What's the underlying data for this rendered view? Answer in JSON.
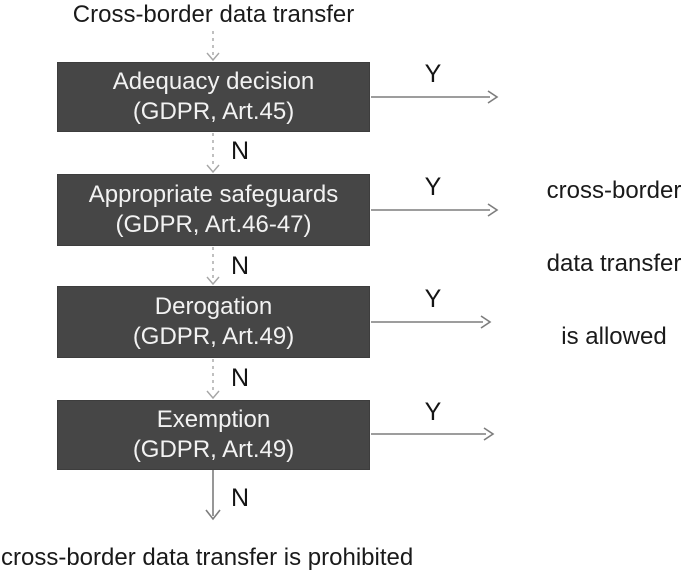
{
  "header": {
    "title": "Cross-border data transfer"
  },
  "steps": [
    {
      "name": "Adequacy decision",
      "ref": "(GDPR, Art.45)",
      "yes": "Y",
      "no": "N"
    },
    {
      "name": "Appropriate safeguards",
      "ref": "(GDPR, Art.46-47)",
      "yes": "Y",
      "no": "N"
    },
    {
      "name": "Derogation",
      "ref": "(GDPR, Art.49)",
      "yes": "Y",
      "no": "N"
    },
    {
      "name": "Exemption",
      "ref": "(GDPR, Art.49)",
      "yes": "Y",
      "no": "N"
    }
  ],
  "outcomes": {
    "allowed": {
      "line1": "cross-border",
      "line2": "data transfer",
      "line3": "is allowed"
    },
    "prohibited": "cross-border data transfer is prohibited"
  },
  "colors": {
    "box_fill": "#464646",
    "box_text": "#f2f2f2",
    "label_text": "#1a1a1a",
    "arrow_solid": "#7d7d7d",
    "arrow_dashed": "#a6a6a6"
  }
}
